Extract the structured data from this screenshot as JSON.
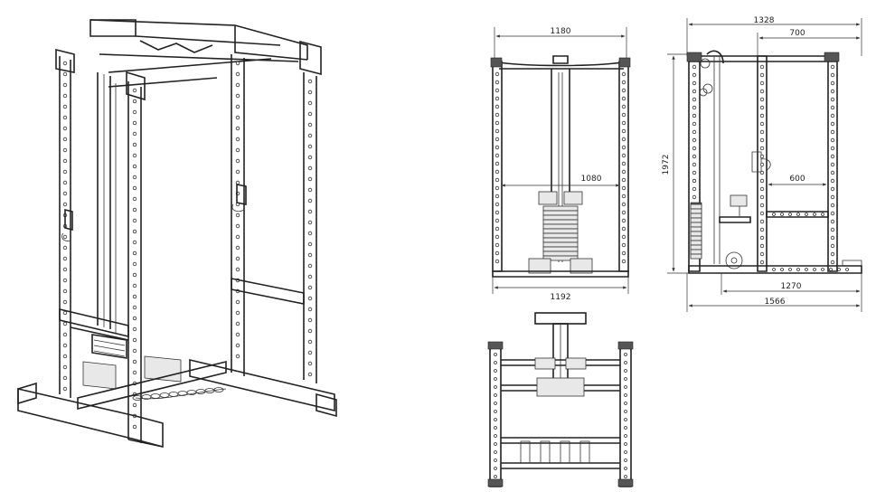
{
  "dimensions": {
    "front_width_top": "1180",
    "front_inner_width": "1080",
    "front_width_bottom": "1192",
    "side_total_top": "1328",
    "side_rack_top": "700",
    "side_height": "1972",
    "side_inner_depth": "600",
    "side_base": "1270",
    "side_total_bottom": "1566"
  }
}
